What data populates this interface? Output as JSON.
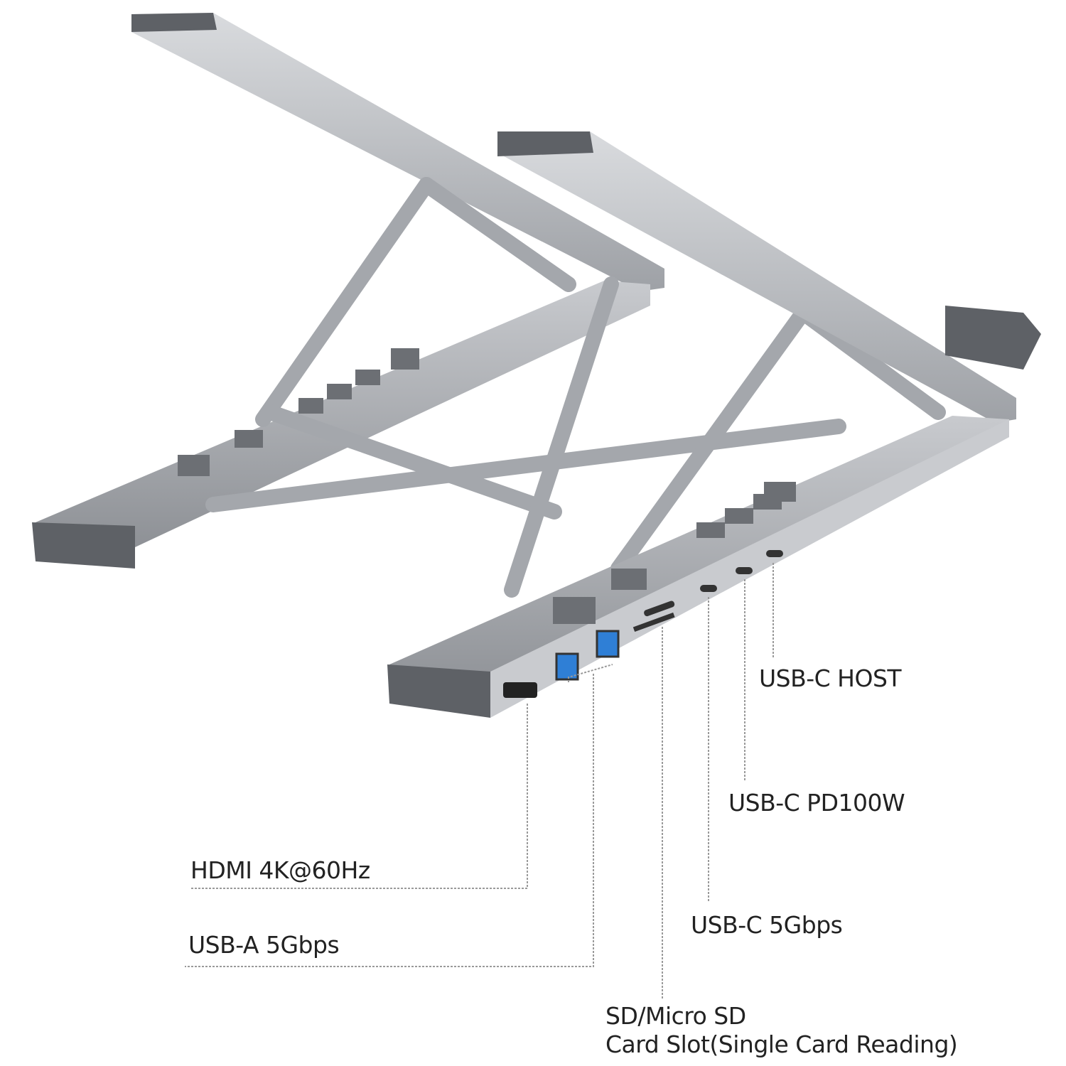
{
  "product": "laptop-stand-docking-station",
  "colors": {
    "body": "#a9acb1",
    "dark": "#5e6166",
    "light": "#d7d9dc",
    "port_blue": "#2f7fd6",
    "leader": "#9a9a9a",
    "text": "#222222"
  },
  "callouts": {
    "usb_c_host": "USB-C HOST",
    "usb_c_pd": "USB-C PD100W",
    "hdmi": "HDMI 4K@60Hz",
    "usb_c_data": "USB-C 5Gbps",
    "usb_a": "USB-A 5Gbps",
    "sd_line1": "SD/Micro SD",
    "sd_line2": "Card Slot(Single Card Reading)"
  }
}
